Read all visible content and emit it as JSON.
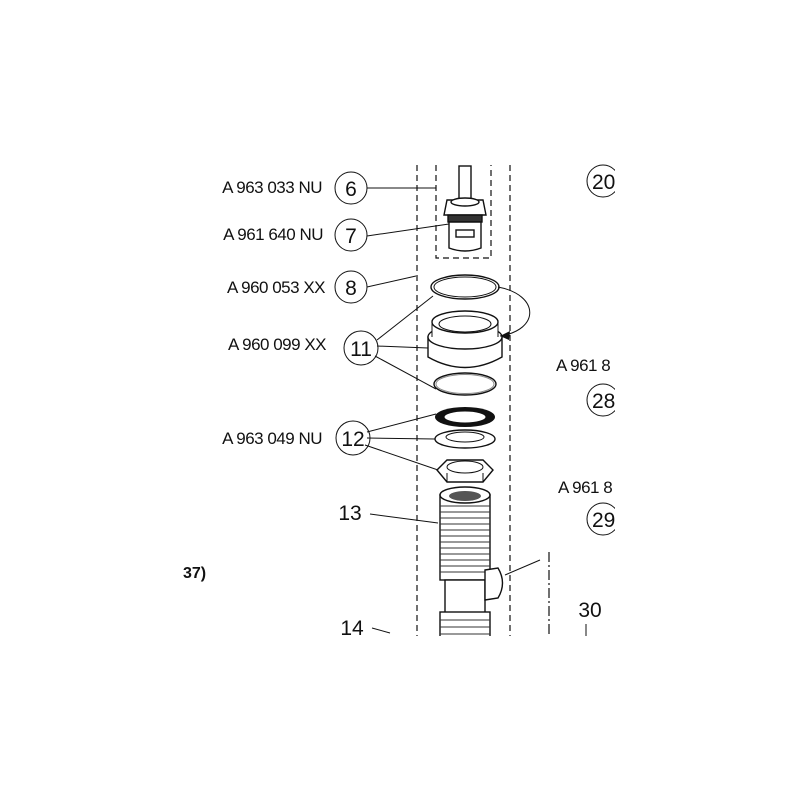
{
  "callouts": [
    {
      "number": "6",
      "part_code": "A 963 033 NU"
    },
    {
      "number": "7",
      "part_code": "A 961 640 NU"
    },
    {
      "number": "8",
      "part_code": "A 960 053 XX"
    },
    {
      "number": "11",
      "part_code": "A 960 099 XX"
    },
    {
      "number": "12",
      "part_code": "A 963 049 NU"
    },
    {
      "number": "13"
    },
    {
      "number": "14"
    },
    {
      "number": "30"
    }
  ],
  "right_callouts": [
    {
      "number": "20"
    },
    {
      "number": "28",
      "part_code": "A 961 8"
    },
    {
      "number": "29",
      "part_code": "A 961 8"
    }
  ],
  "fragment_text": "37)"
}
